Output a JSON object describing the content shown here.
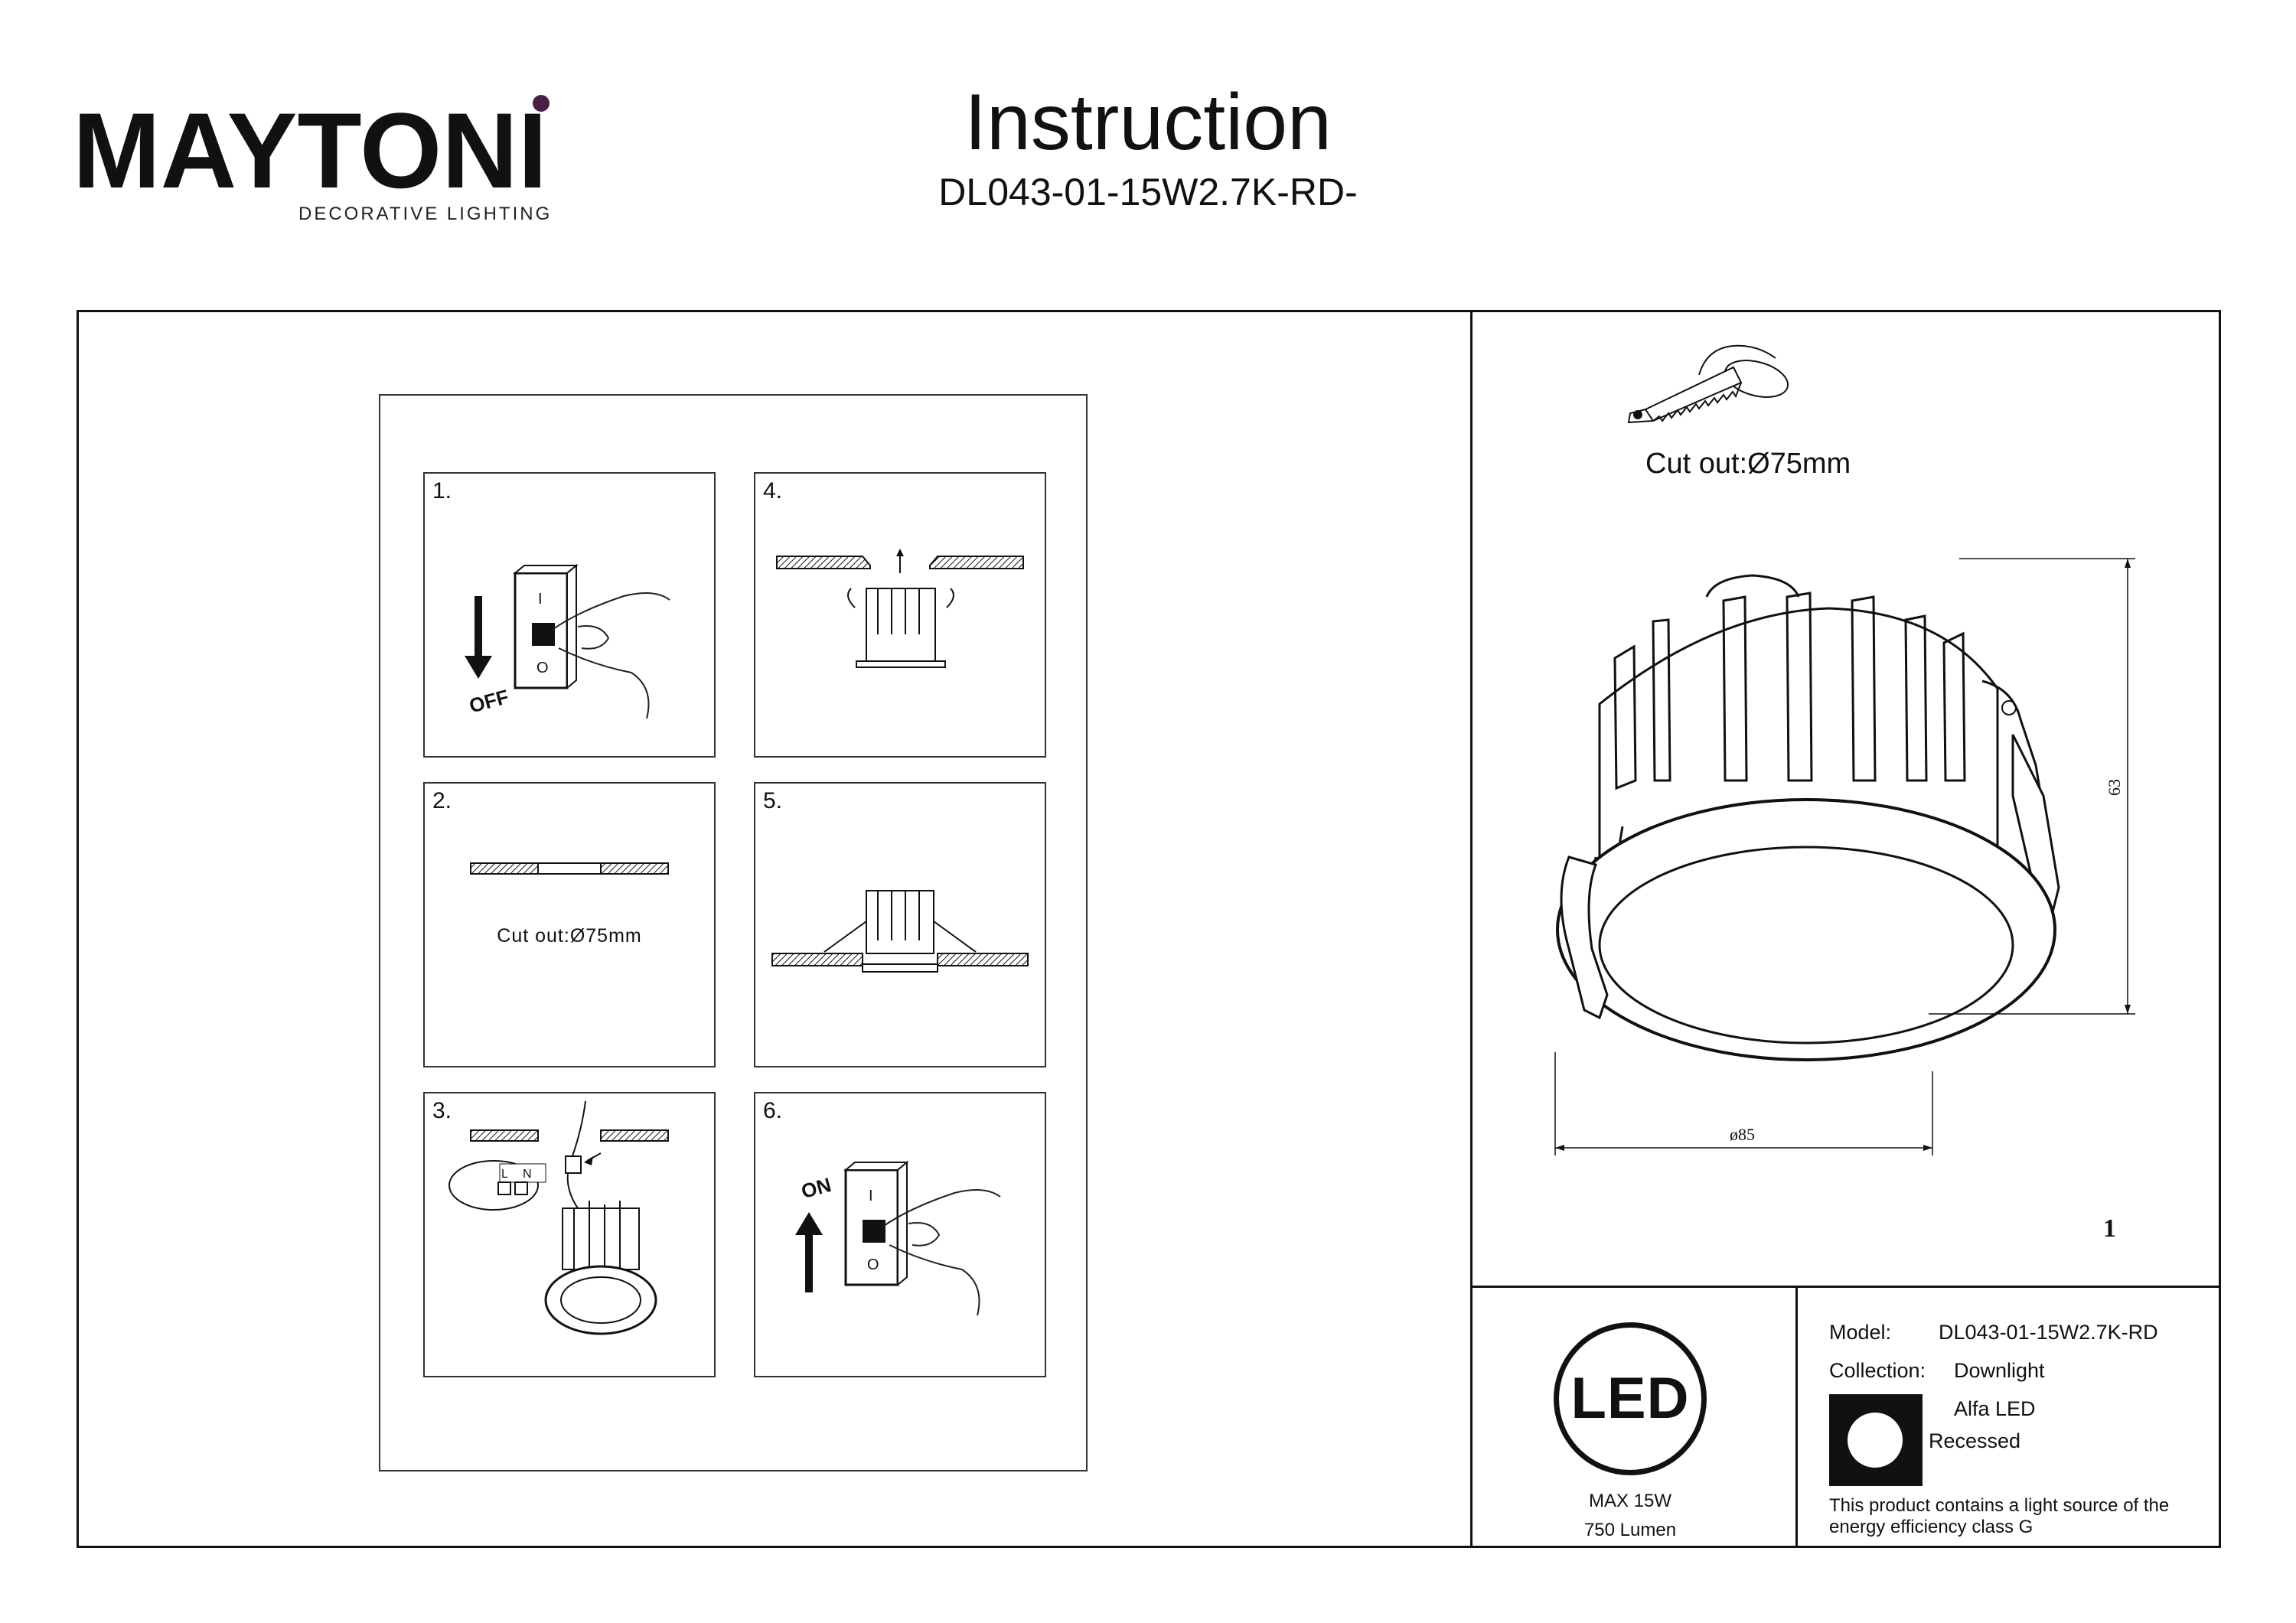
{
  "brand": {
    "name": "MAYTONI",
    "tagline": "DECORATIVE LIGHTING",
    "accent_color": "#4a1f45"
  },
  "header": {
    "title": "Instruction",
    "subtitle": "DL043-01-15W2.7K-RD-"
  },
  "steps": [
    {
      "number": "1.",
      "switch_label": "OFF",
      "switch_marks": [
        "I",
        "O"
      ],
      "icon": "power-off-icon"
    },
    {
      "number": "2.",
      "cut_label": "Cut out:Ø75mm",
      "icon": "ceiling-cutout-icon"
    },
    {
      "number": "3.",
      "terminal_labels": [
        "L",
        "N"
      ],
      "icon": "wiring-icon"
    },
    {
      "number": "4.",
      "icon": "insert-spring-clips-icon"
    },
    {
      "number": "5.",
      "icon": "installed-downlight-icon"
    },
    {
      "number": "6.",
      "switch_label": "ON",
      "switch_marks": [
        "I",
        "O"
      ],
      "icon": "power-on-icon"
    }
  ],
  "drawing": {
    "cutout_label": "Cut out:Ø75mm",
    "height_dim": "63",
    "diameter_dim": "ø85",
    "saw_icon": "saw-icon",
    "page_number": "1"
  },
  "led": {
    "badge": "LED",
    "max_power": "MAX 15W",
    "lumen": "750 Lumen"
  },
  "spec": {
    "model_label": "Model:",
    "model_value": "DL043-01-15W2.7K-RD",
    "collection_label": "Collection:",
    "collection_value": "Downlight",
    "product_name": "Alfa LED",
    "mount_type": "Recessed",
    "energy_line1": "This product contains a light source of the",
    "energy_line2": "energy efficiency class G"
  }
}
